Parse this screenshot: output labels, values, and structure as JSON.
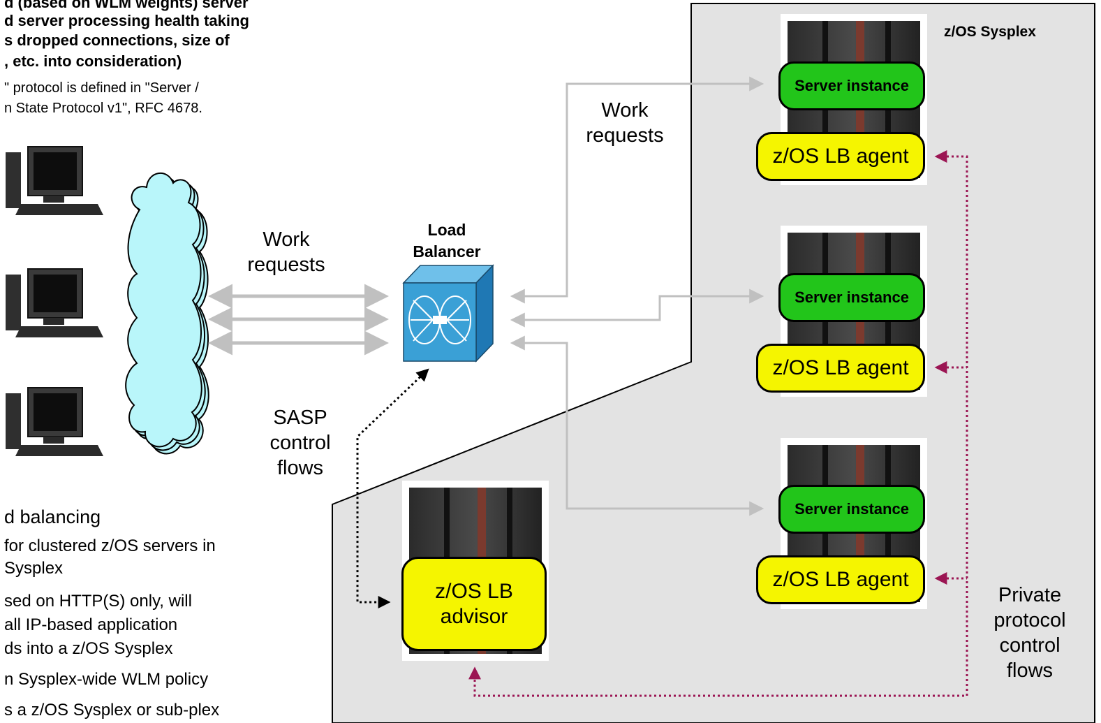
{
  "top_note": {
    "bold_lines": [
      "d server processing health taking",
      "s dropped connections, size of",
      ", etc. into consideration)"
    ],
    "normal_lines": [
      "\" protocol is defined in \"Server /",
      "n State Protocol v1\", RFC 4678."
    ]
  },
  "sysplex_label": "z/OS Sysplex",
  "left_work_requests": [
    "Work",
    "requests"
  ],
  "right_work_requests": [
    "Work",
    "requests"
  ],
  "load_balancer_label": [
    "Load",
    "Balancer"
  ],
  "sasp_label": [
    "SASP",
    "control",
    "flows"
  ],
  "private_label": [
    "Private",
    "protocol",
    "control",
    "flows"
  ],
  "servers": [
    {
      "instance": "Server instance",
      "agent": "z/OS LB agent"
    },
    {
      "instance": "Server instance",
      "agent": "z/OS LB agent"
    },
    {
      "instance": "Server instance",
      "agent": "z/OS LB agent"
    }
  ],
  "advisor_label": [
    "z/OS LB",
    "advisor"
  ],
  "bottom_bullets": [
    "d balancing",
    " for clustered z/OS servers in",
    "Sysplex",
    "sed on HTTP(S) only, will",
    "all IP-based application",
    "ds into a z/OS Sysplex",
    "n Sysplex-wide WLM policy",
    "s a z/OS Sysplex or sub-plex"
  ],
  "colors": {
    "sysplex_bg": "#e3e3e3",
    "green": "#22c51a",
    "yellow": "#f5f500",
    "arrow_gray": "#c0c0c0",
    "private_flow": "#9b1553",
    "cloud": "#b9f6fa",
    "lb_box": "#3aa0d6"
  },
  "icons": [
    "workstation-icon",
    "cloud-icon",
    "load-balancer-icon",
    "mainframe-icon"
  ]
}
